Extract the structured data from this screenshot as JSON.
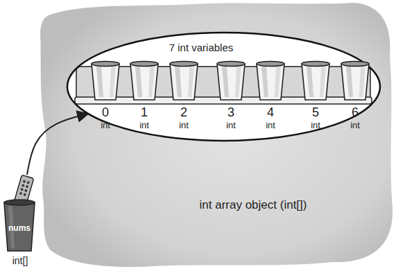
{
  "diagram": {
    "nodes": [
      {
        "text": [
          "7 int variables",
          "int array object (int[])"
        ]
      },
      {
        "text": [
          "0",
          "int"
        ],
        "in": 0
      },
      {
        "text": [
          "1",
          "int"
        ],
        "in": 0
      },
      {
        "text": [
          "2",
          "int"
        ],
        "in": 0
      },
      {
        "text": [
          "3",
          "int"
        ],
        "in": 0
      },
      {
        "text": [
          "4",
          "int"
        ],
        "in": 0
      },
      {
        "text": [
          "5",
          "int"
        ],
        "in": 0
      },
      {
        "text": [
          "6",
          "int"
        ],
        "in": 0
      },
      {
        "text": [
          "nums",
          "int[]"
        ]
      }
    ],
    "edges": [
      {
        "from": 8,
        "to": 0,
        "arrow": "to"
      }
    ]
  }
}
